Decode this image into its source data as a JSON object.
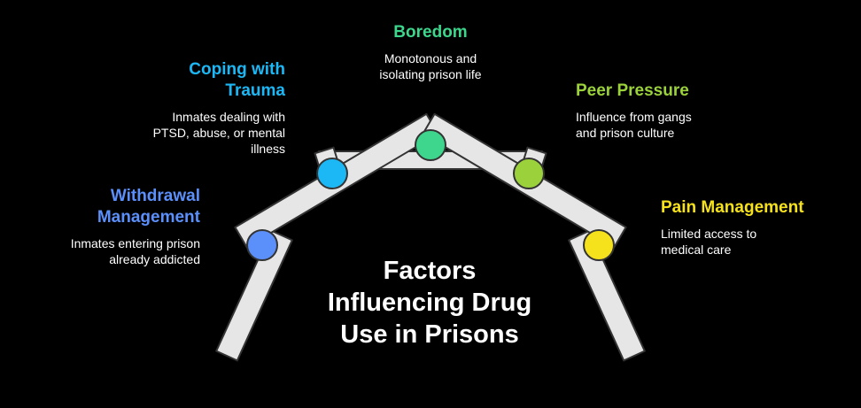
{
  "title_lines": [
    "Factors",
    "Influencing Drug",
    "Use in Prisons"
  ],
  "colors": {
    "background": "#000000",
    "structure_fill": "#e6e6e6",
    "structure_stroke": "#333333"
  },
  "nodes": [
    {
      "key": "withdrawal",
      "title_lines": [
        "Withdrawal",
        "Management"
      ],
      "description_lines": [
        "Inmates entering prison",
        "already addicted"
      ],
      "color": "#5b8ff9"
    },
    {
      "key": "coping",
      "title_lines": [
        "Coping with",
        "Trauma"
      ],
      "description_lines": [
        "Inmates dealing with",
        "PTSD, abuse, or mental",
        "illness"
      ],
      "color": "#1cb8f5"
    },
    {
      "key": "boredom",
      "title_lines": [
        "Boredom"
      ],
      "description_lines": [
        "Monotonous and",
        "isolating prison life"
      ],
      "color": "#3dd68c"
    },
    {
      "key": "peer",
      "title_lines": [
        "Peer Pressure"
      ],
      "description_lines": [
        "Influence from gangs",
        "and prison culture"
      ],
      "color": "#9bd13a"
    },
    {
      "key": "pain",
      "title_lines": [
        "Pain Management"
      ],
      "description_lines": [
        "Limited access to",
        "medical care"
      ],
      "color": "#f5e11c"
    }
  ]
}
